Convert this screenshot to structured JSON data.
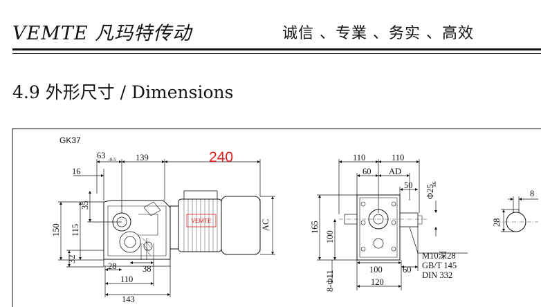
{
  "header": {
    "brand": "VEMTE 凡玛特传动",
    "slogan": "诚信 、专業 、务实 、高效"
  },
  "section_title": "4.9 外形尺寸 / Dimensions",
  "drawing": {
    "model": "GK37",
    "highlight_length": "240",
    "nameplate": "VEMTE",
    "side_view_dims": {
      "d16": "16",
      "d63": "63",
      "d63_tol": "-0.5",
      "d139": "139",
      "d35": "35",
      "d150": "150",
      "d115": "115",
      "d32": "32",
      "d28": "28",
      "d38": "38",
      "d110": "110",
      "d143": "143",
      "ac": "AC"
    },
    "end_view_dims": {
      "d110a": "110",
      "d110b": "110",
      "d60": "60",
      "ad": "AD",
      "d50": "50",
      "shaft_dia": "Φ25",
      "shaft_tol": "k6",
      "d165": "165",
      "d100v": "100",
      "hole": "8-Φ11",
      "d100h": "100",
      "d60b": "60",
      "d120": "120",
      "thread": "M10深28",
      "gb": "GB/T 145",
      "din": "DIN 332"
    },
    "keyway_dims": {
      "d8": "8",
      "d28": "28"
    }
  },
  "colors": {
    "highlight": "#e0201c",
    "line": "#111111",
    "background": "#ffffff"
  }
}
